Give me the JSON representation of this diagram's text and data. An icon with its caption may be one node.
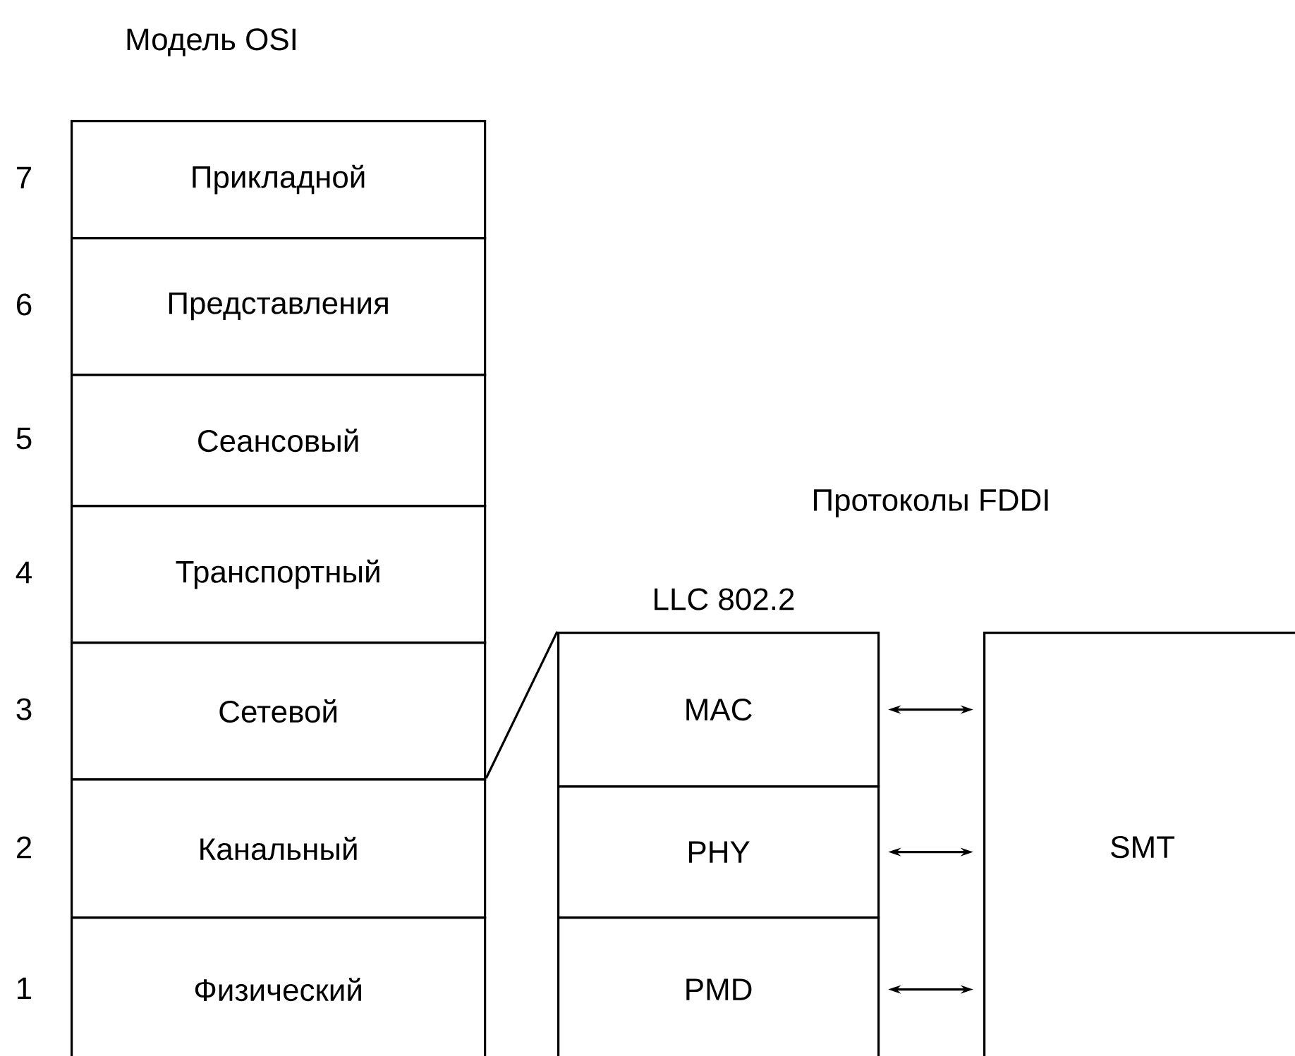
{
  "diagram": {
    "title": "Модель OSI",
    "nodes": [
      {
        "text": [
          "Прикладной"
        ],
        "beside": [
          "7"
        ]
      },
      {
        "text": [
          "Представления"
        ],
        "beside": [
          "6"
        ]
      },
      {
        "text": [
          "Сеансовый"
        ],
        "beside": [
          "5"
        ]
      },
      {
        "text": [
          "Транспортный"
        ],
        "beside": [
          "4"
        ]
      },
      {
        "text": [
          "Сетевой"
        ],
        "beside": [
          "3"
        ]
      },
      {
        "text": [
          "Канальный"
        ],
        "beside": [
          "2"
        ]
      },
      {
        "text": [
          "Физический"
        ],
        "beside": [
          "1"
        ]
      },
      {
        "text": [
          "MAC"
        ]
      },
      {
        "text": [
          "PHY"
        ]
      },
      {
        "text": [
          "PMD"
        ]
      },
      {
        "text": [
          "SMT"
        ]
      }
    ],
    "edges": [
      {
        "from": 5,
        "to": 7,
        "arrow": "none"
      },
      {
        "from": 7,
        "to": 10,
        "arrow": "both"
      },
      {
        "from": 8,
        "to": 10,
        "arrow": "both"
      },
      {
        "from": 9,
        "to": 10,
        "arrow": "both"
      }
    ],
    "labels": [
      "Протоколы FDDI",
      "LLC 802.2"
    ]
  }
}
